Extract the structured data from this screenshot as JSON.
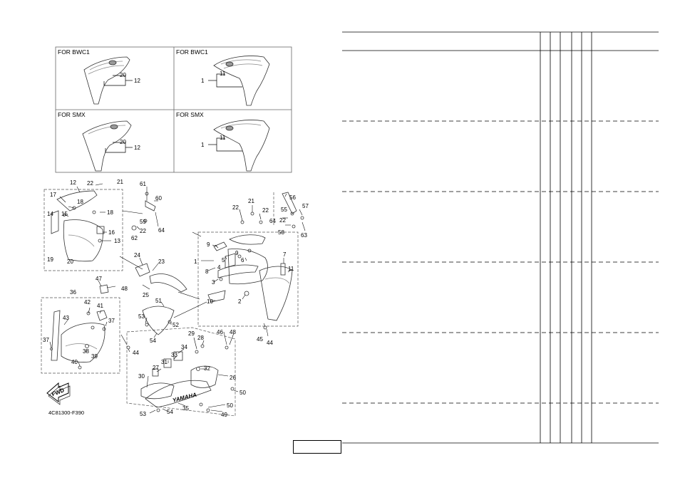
{
  "variant_panels": [
    {
      "caption": "FOR BWC1",
      "callouts": [
        "20",
        "12"
      ]
    },
    {
      "caption": "FOR BWC1",
      "callouts": [
        "11",
        "1"
      ]
    },
    {
      "caption": "FOR SMX",
      "callouts": [
        "20",
        "12"
      ]
    },
    {
      "caption": "FOR SMX",
      "callouts": [
        "11",
        "1"
      ]
    }
  ],
  "part_callouts": [
    "1",
    "2",
    "3",
    "4",
    "5",
    "6",
    "7",
    "8",
    "9",
    "9",
    "10",
    "11",
    "12",
    "13",
    "14",
    "15",
    "16",
    "17",
    "18",
    "18",
    "19",
    "20",
    "21",
    "21",
    "22",
    "22",
    "22",
    "22",
    "22",
    "23",
    "24",
    "25",
    "26",
    "27",
    "28",
    "29",
    "30",
    "31",
    "32",
    "33",
    "34",
    "35",
    "36",
    "37",
    "37",
    "38",
    "39",
    "40",
    "41",
    "42",
    "43",
    "44",
    "44",
    "45",
    "46",
    "47",
    "48",
    "48",
    "49",
    "50",
    "50",
    "51",
    "52",
    "53",
    "53",
    "54",
    "54",
    "55",
    "56",
    "57",
    "58",
    "59",
    "60",
    "61",
    "62",
    "63",
    "64",
    "64"
  ],
  "illustration_code": "4C81300-F390",
  "logo_text": "FWD",
  "brand_mark": "YAMAHA",
  "page_number": ""
}
